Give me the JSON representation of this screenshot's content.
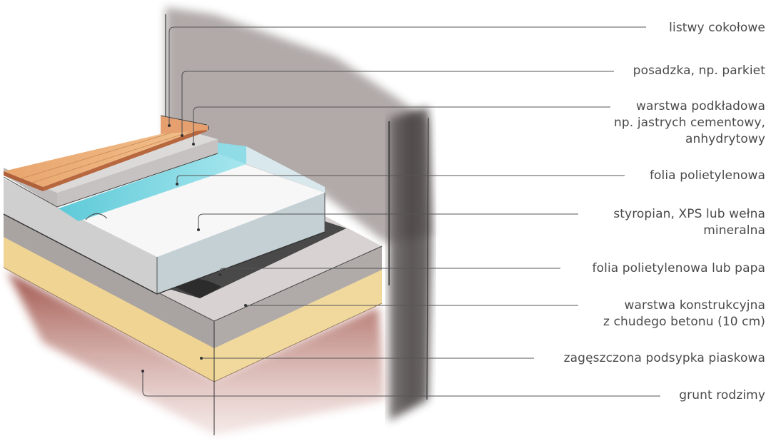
{
  "diagram": {
    "type": "cross-section",
    "subject": "floor on ground layered construction",
    "colors": {
      "wall": "#a59e9c",
      "wall_dark": "#4a4444",
      "skirting": "#e6a070",
      "parquet": "#e8b07a",
      "screed": "#c2c0bf",
      "foil_blue": "#7fd4e0",
      "insulation_top": "#f6f6f6",
      "insulation_side": "#c9d2d6",
      "tar_paper": "#3c3c3c",
      "lean_concrete": "#b7b2b0",
      "sand": "#f0d79a",
      "soil": "#9b4a42",
      "leader_line": "#555555",
      "label_text": "#4a4a4a"
    }
  },
  "labels": [
    {
      "id": "skirting",
      "lines": [
        "listwy cokołowe"
      ]
    },
    {
      "id": "flooring",
      "lines": [
        "posadzka, np. parkiet"
      ]
    },
    {
      "id": "screed",
      "lines": [
        "warstwa podkładowa",
        "np. jastrych cementowy,",
        "anhydrytowy"
      ]
    },
    {
      "id": "pe-foil",
      "lines": [
        "folia polietylenowa"
      ]
    },
    {
      "id": "insulation",
      "lines": [
        "styropian, XPS lub wełna",
        "mineralna"
      ]
    },
    {
      "id": "damp-proofing",
      "lines": [
        "folia polietylenowa lub papa"
      ]
    },
    {
      "id": "lean-concrete",
      "lines": [
        "warstwa konstrukcyjna",
        "z chudego betonu (10 cm)"
      ]
    },
    {
      "id": "sand-bed",
      "lines": [
        "zagęszczona podsypka piaskowa"
      ]
    },
    {
      "id": "native-soil",
      "lines": [
        "grunt rodzimy"
      ]
    }
  ]
}
